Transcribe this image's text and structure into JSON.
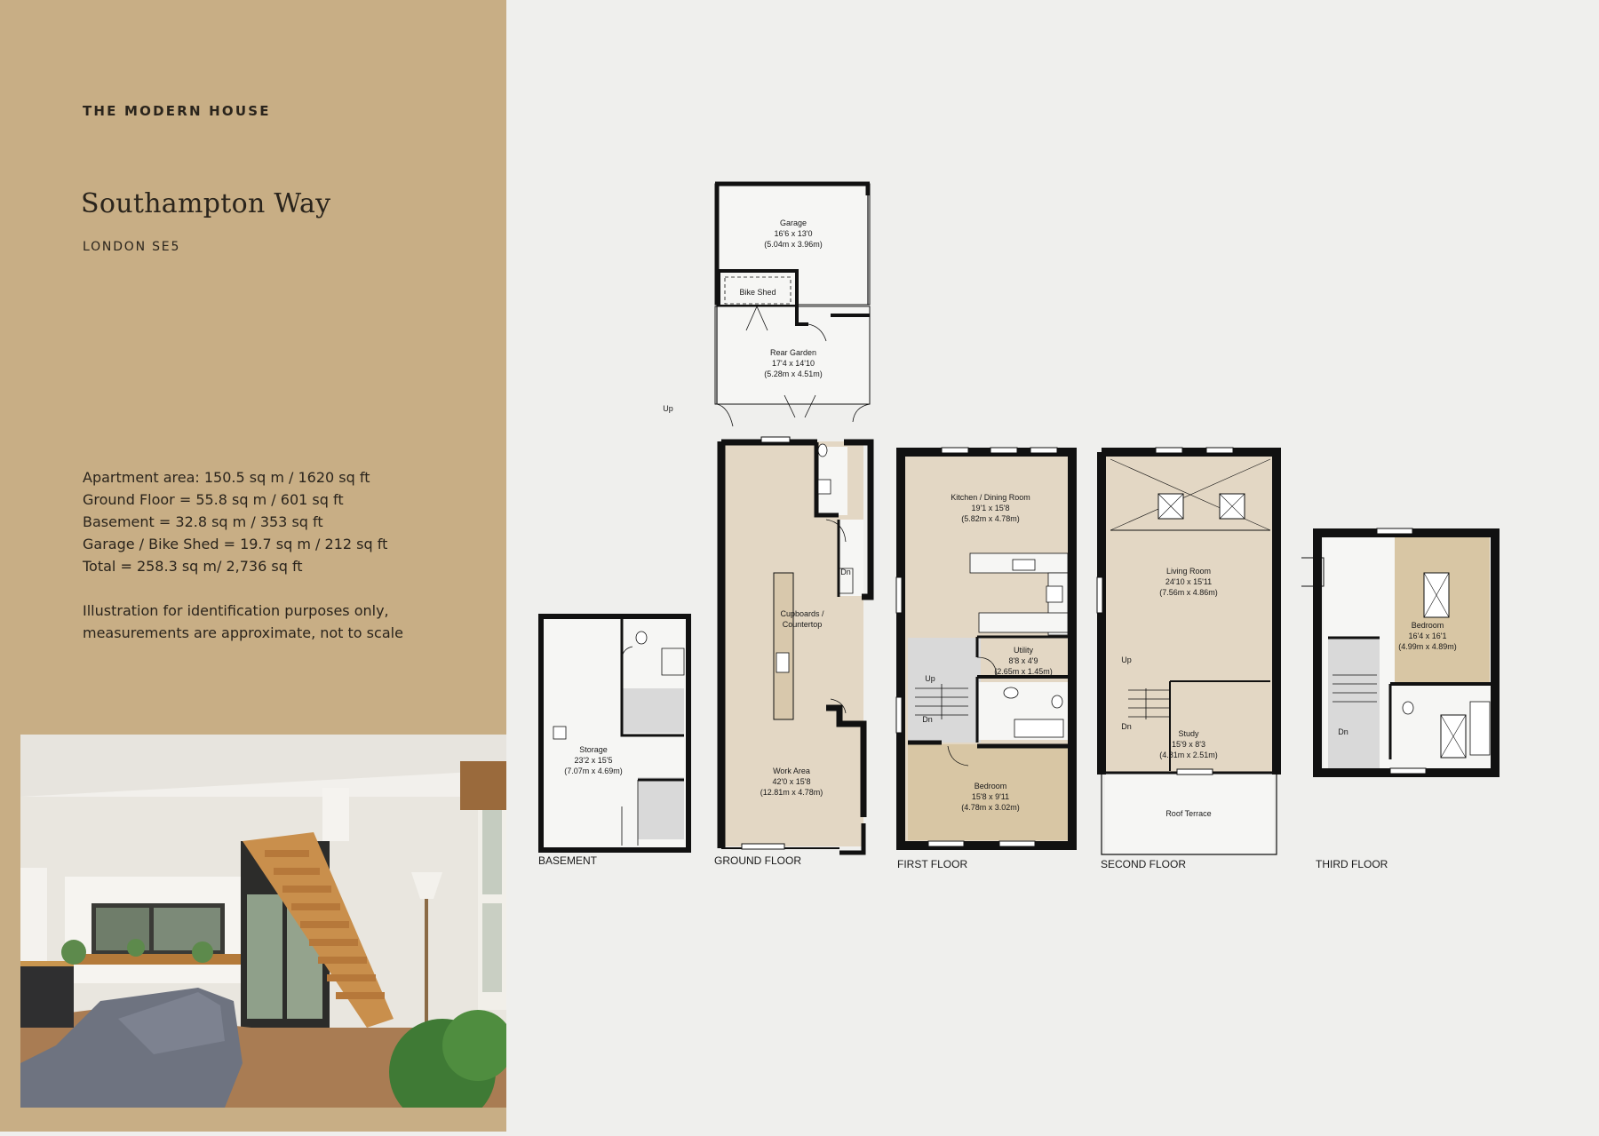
{
  "brand": "THE MODERN HOUSE",
  "property": {
    "title": "Southampton Way",
    "location": "LONDON SE5"
  },
  "areas": [
    "Apartment area: 150.5 sq m / 1620 sq ft",
    "Ground Floor = 55.8 sq m / 601 sq ft",
    "Basement = 32.8 sq m / 353 sq ft",
    "Garage / Bike Shed = 19.7 sq m / 212 sq ft",
    "Total = 258.3 sq m/ 2,736 sq ft"
  ],
  "disclaimer": [
    "Illustration for identification purposes only,",
    "measurements are approximate, not to scale"
  ],
  "floors": {
    "basement": "BASEMENT",
    "ground": "GROUND FLOOR",
    "first": "FIRST FLOOR",
    "second": "SECOND FLOOR",
    "third": "THIRD FLOOR"
  },
  "rooms": {
    "garage": {
      "name": "Garage",
      "imperial": "16'6 x 13'0",
      "metric": "(5.04m x 3.96m)"
    },
    "bike_shed": {
      "name": "Bike Shed"
    },
    "rear_garden": {
      "name": "Rear Garden",
      "imperial": "17'4 x 14'10",
      "metric": "(5.28m x 4.51m)"
    },
    "cupboards": {
      "line1": "Cupboards /",
      "line2": "Countertop"
    },
    "work_area": {
      "name": "Work Area",
      "imperial": "42'0 x 15'8",
      "metric": "(12.81m x 4.78m)"
    },
    "storage": {
      "name": "Storage",
      "imperial": "23'2 x 15'5",
      "metric": "(7.07m x 4.69m)"
    },
    "kitchen": {
      "name": "Kitchen / Dining Room",
      "imperial": "19'1 x 15'8",
      "metric": "(5.82m x 4.78m)"
    },
    "utility": {
      "name": "Utility",
      "imperial": "8'8 x 4'9",
      "metric": "(2.65m x 1.45m)"
    },
    "bedroom_first": {
      "name": "Bedroom",
      "imperial": "15'8 x 9'11",
      "metric": "(4.78m x 3.02m)"
    },
    "living_room": {
      "name": "Living Room",
      "imperial": "24'10 x 15'11",
      "metric": "(7.56m x 4.86m)"
    },
    "study": {
      "name": "Study",
      "imperial": "15'9 x 8'3",
      "metric": "(4.81m x 2.51m)"
    },
    "roof_terrace": {
      "name": "Roof Terrace"
    },
    "bedroom_third": {
      "name": "Bedroom",
      "imperial": "16'4 x 16'1",
      "metric": "(4.99m x 4.89m)"
    }
  },
  "stair_marks": {
    "up": "Up",
    "down": "Dn"
  },
  "colors": {
    "sidebar": "#c8ae85",
    "background": "#efefed",
    "wall": "#111111",
    "warm_floor": "#e3d7c4",
    "bedroom_floor": "#d8c6a4",
    "service_floor": "#d9d9d9"
  }
}
